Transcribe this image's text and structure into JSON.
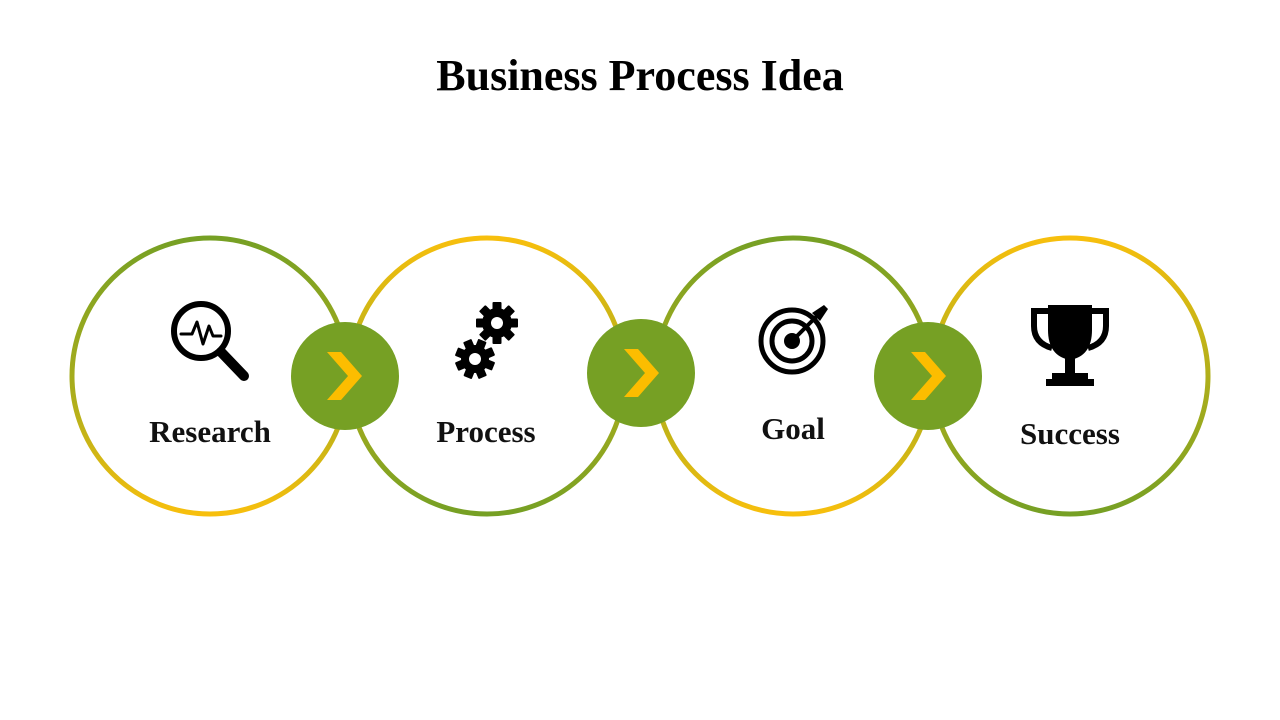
{
  "title": "Business Process Idea",
  "colors": {
    "green": "#76a024",
    "yellow": "#f7bf0d",
    "arrow": "#fcbd00",
    "icon": "#000000"
  },
  "steps": [
    {
      "label": "Research",
      "icon": "magnifier-pulse-icon"
    },
    {
      "label": "Process",
      "icon": "gears-icon"
    },
    {
      "label": "Goal",
      "icon": "target-icon"
    },
    {
      "label": "Success",
      "icon": "trophy-icon"
    }
  ],
  "connectors": [
    {
      "icon": "chevron-right-icon"
    },
    {
      "icon": "chevron-right-icon"
    },
    {
      "icon": "chevron-right-icon"
    }
  ]
}
